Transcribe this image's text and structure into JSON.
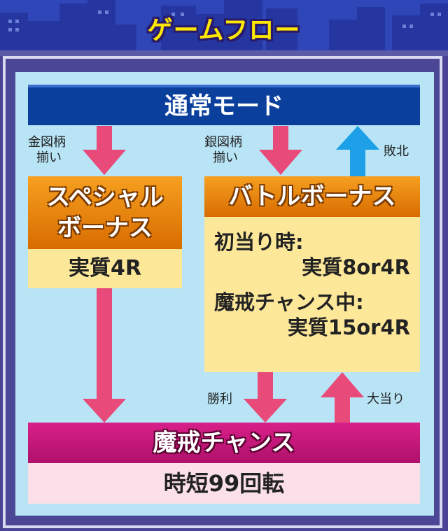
{
  "title": "ゲームフロー",
  "nodes": {
    "normal_mode": "通常モード",
    "special_bonus_line1": "スペシャル",
    "special_bonus_line2": "ボーナス",
    "special_bonus_sub": "実質4R",
    "battle_bonus": "バトルボーナス",
    "battle_first_hit": "初当り時:",
    "battle_first_value": "実質8or4R",
    "battle_chance": "魔戒チャンス中:",
    "battle_chance_value": "実質15or4R",
    "makai_chance": "魔戒チャンス",
    "makai_sub": "時短99回転"
  },
  "edges": {
    "gold_line1": "金図柄",
    "gold_line2": "揃い",
    "silver_line1": "銀図柄",
    "silver_line2": "揃い",
    "defeat": "敗北",
    "win": "勝利",
    "big_hit": "大当り"
  },
  "colors": {
    "normal": "#0a3f9c",
    "orange": "#e87a00",
    "yellow": "#fde89a",
    "magenta": "#c8187a",
    "pink": "#fbe0ea",
    "arrow_pink": "#e84a7a",
    "arrow_blue": "#1da0e8"
  }
}
